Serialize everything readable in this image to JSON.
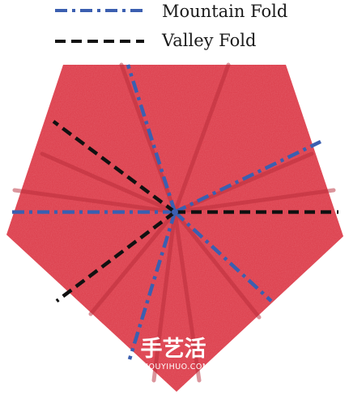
{
  "legend": {
    "mountain": {
      "label": "Mountain Fold",
      "color": "#3b5fb0"
    },
    "valley": {
      "label": "Valley Fold",
      "color": "#111111"
    }
  },
  "paper": {
    "color": "#dc3a48",
    "shade": "#c9303e",
    "texture": "rice-paper"
  },
  "watermark": {
    "text": "手艺活",
    "url": "SHOUYIHUO.COM"
  }
}
